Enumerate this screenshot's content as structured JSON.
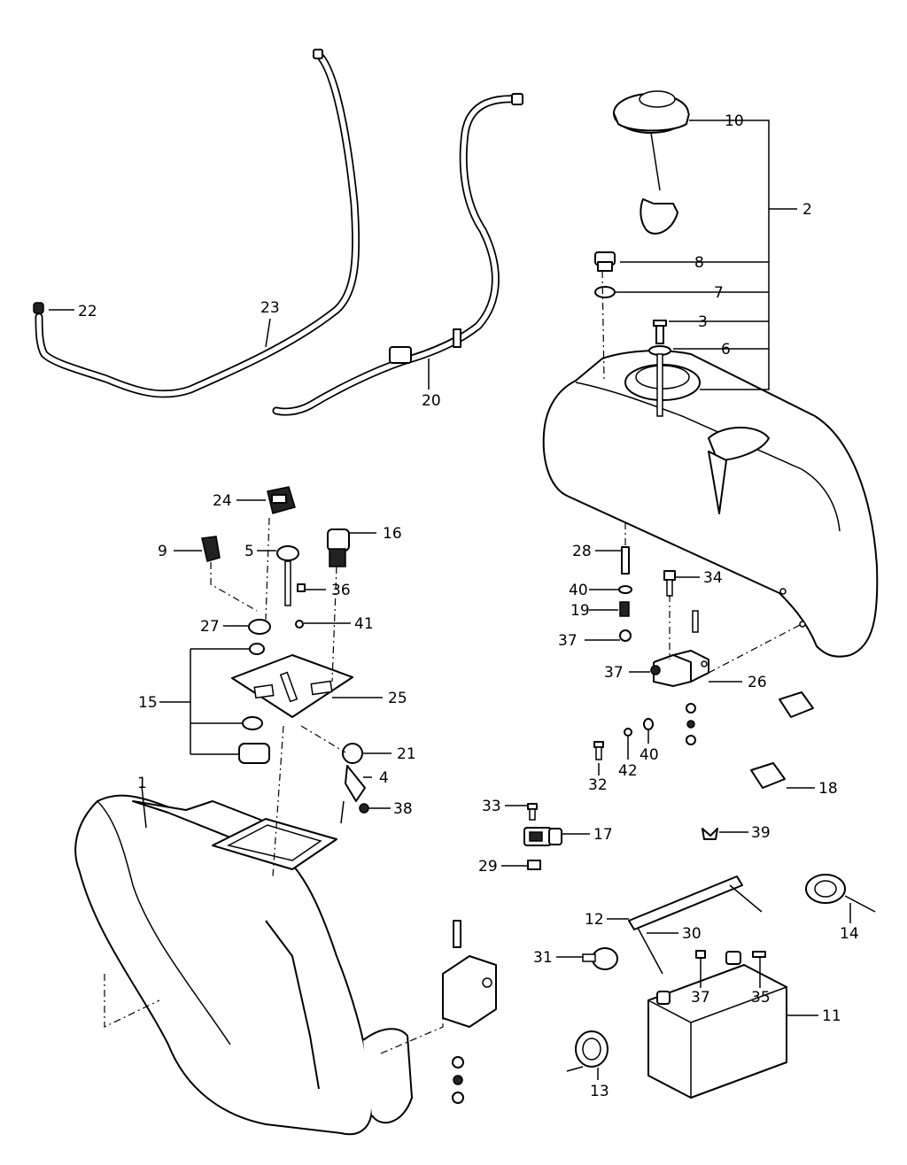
{
  "callouts": [
    {
      "id": "c1",
      "label": "1"
    },
    {
      "id": "c2",
      "label": "2"
    },
    {
      "id": "c3",
      "label": "3"
    },
    {
      "id": "c4",
      "label": "4"
    },
    {
      "id": "c5",
      "label": "5"
    },
    {
      "id": "c6",
      "label": "6"
    },
    {
      "id": "c7",
      "label": "7"
    },
    {
      "id": "c8",
      "label": "8"
    },
    {
      "id": "c9",
      "label": "9"
    },
    {
      "id": "c10",
      "label": "10"
    },
    {
      "id": "c11",
      "label": "11"
    },
    {
      "id": "c12",
      "label": "12"
    },
    {
      "id": "c13",
      "label": "13"
    },
    {
      "id": "c14",
      "label": "14"
    },
    {
      "id": "c15",
      "label": "15"
    },
    {
      "id": "c16",
      "label": "16"
    },
    {
      "id": "c17",
      "label": "17"
    },
    {
      "id": "c18",
      "label": "18"
    },
    {
      "id": "c19",
      "label": "19"
    },
    {
      "id": "c20",
      "label": "20"
    },
    {
      "id": "c21",
      "label": "21"
    },
    {
      "id": "c22",
      "label": "22"
    },
    {
      "id": "c23",
      "label": "23"
    },
    {
      "id": "c24",
      "label": "24"
    },
    {
      "id": "c25",
      "label": "25"
    },
    {
      "id": "c26",
      "label": "26"
    },
    {
      "id": "c27",
      "label": "27"
    },
    {
      "id": "c28",
      "label": "28"
    },
    {
      "id": "c29",
      "label": "29"
    },
    {
      "id": "c30",
      "label": "30"
    },
    {
      "id": "c31",
      "label": "31"
    },
    {
      "id": "c32",
      "label": "32"
    },
    {
      "id": "c33",
      "label": "33"
    },
    {
      "id": "c34",
      "label": "34"
    },
    {
      "id": "c35",
      "label": "35"
    },
    {
      "id": "c36",
      "label": "36"
    },
    {
      "id": "c37a",
      "label": "37"
    },
    {
      "id": "c37b",
      "label": "37"
    },
    {
      "id": "c37c",
      "label": "37"
    },
    {
      "id": "c38",
      "label": "38"
    },
    {
      "id": "c39",
      "label": "39"
    },
    {
      "id": "c40a",
      "label": "40"
    },
    {
      "id": "c40b",
      "label": "40"
    },
    {
      "id": "c41",
      "label": "41"
    },
    {
      "id": "c42",
      "label": "42"
    }
  ]
}
